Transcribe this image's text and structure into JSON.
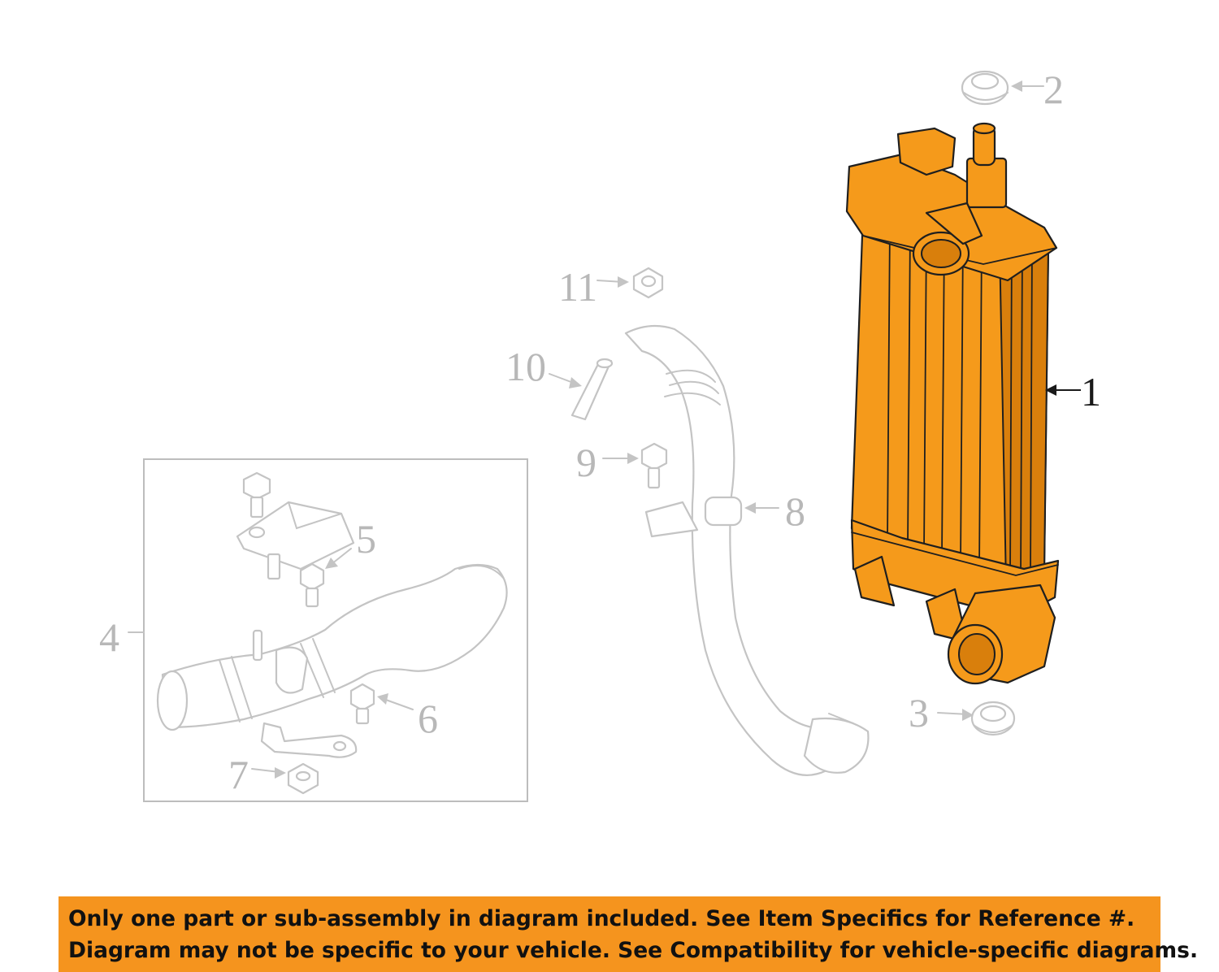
{
  "callouts": {
    "c1": "1",
    "c2": "2",
    "c3": "3",
    "c4": "4",
    "c5": "5",
    "c6": "6",
    "c7": "7",
    "c8": "8",
    "c9": "9",
    "c10": "10",
    "c11": "11"
  },
  "disclaimer": {
    "line1": "Only one part or sub-assembly in diagram included. See Item Specifics for Reference #.",
    "line2": "Diagram may not be specific to your vehicle. See Compatibility for vehicle-specific diagrams."
  },
  "colors": {
    "highlight": "#f59a1b",
    "banner": "#f5941e",
    "ghost": "#c4c4c4"
  }
}
